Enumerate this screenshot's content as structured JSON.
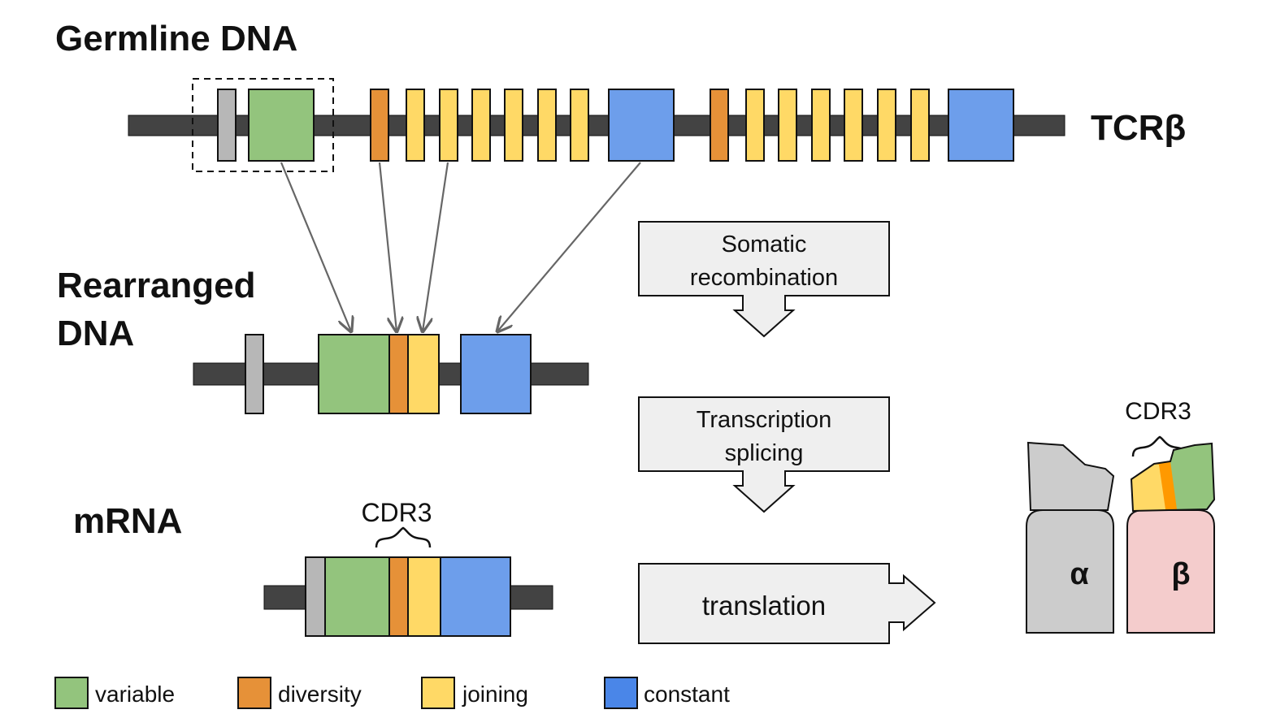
{
  "titles": {
    "germline": "Germline DNA",
    "rearranged_line1": "Rearranged",
    "rearranged_line2": "DNA",
    "mrna": "mRNA",
    "locus": "TCRβ"
  },
  "steps": {
    "recombination_line1": "Somatic",
    "recombination_line2": "recombination",
    "transcription_line1": "Transcription",
    "transcription_line2": "splicing",
    "translation": "translation"
  },
  "cdr3": {
    "mrna_label": "CDR3",
    "protein_label": "CDR3"
  },
  "protein": {
    "alpha": "α",
    "beta": "β"
  },
  "legend": [
    {
      "label": "variable",
      "color": "#93c47d"
    },
    {
      "label": "diversity",
      "color": "#e69138"
    },
    {
      "label": "joining",
      "color": "#ffd966"
    },
    {
      "label": "constant",
      "color": "#4a86e8"
    }
  ],
  "colors": {
    "variable": "#93c47d",
    "diversity": "#e69138",
    "joining": "#ffd966",
    "constant": "#6d9eeb",
    "leader": "#b7b7b7",
    "strand": "#434343",
    "arrow_box": "#efefef",
    "alpha_chain": "#cccccc",
    "beta_chain": "#f4cccc",
    "cdr3_orange": "#ff9900"
  }
}
